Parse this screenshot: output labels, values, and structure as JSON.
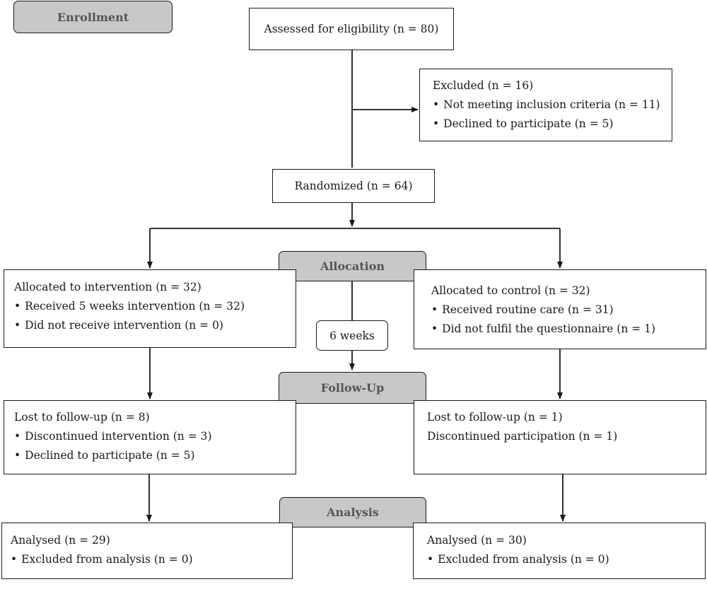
{
  "stages": {
    "enrollment": "Enrollment",
    "allocation": "Allocation",
    "follow_up": "Follow-Up",
    "analysis": "Analysis"
  },
  "assessed": "Assessed for eligibility (n = 80)",
  "excluded": {
    "title": "Excluded (n = 16)",
    "items": [
      "Not meeting inclusion criteria (n = 11)",
      "Declined to participate (n = 5)"
    ]
  },
  "randomized": "Randomized (n = 64)",
  "interval": "6 weeks",
  "intervention": {
    "allocation": {
      "title": "Allocated to intervention (n = 32)",
      "items": [
        "Received 5 weeks intervention (n = 32)",
        "Did not receive intervention (n = 0)"
      ]
    },
    "follow_up": {
      "title": "Lost to follow-up (n = 8)",
      "items": [
        "Discontinued intervention (n = 3)",
        "Declined to participate (n = 5)"
      ]
    },
    "analysis": {
      "title": "Analysed (n = 29)",
      "items": [
        "Excluded from analysis (n = 0)"
      ]
    }
  },
  "control": {
    "allocation": {
      "title": "Allocated to control (n = 32)",
      "items": [
        "Received routine care (n = 31)",
        "Did not fulfil the questionnaire (n = 1)"
      ]
    },
    "follow_up": {
      "title": "Lost to follow-up (n = 1)",
      "items": [
        "Discontinued participation (n = 1)"
      ]
    },
    "analysis": {
      "title": "Analysed (n = 30)",
      "items": [
        "Excluded from analysis (n = 0)"
      ]
    }
  }
}
